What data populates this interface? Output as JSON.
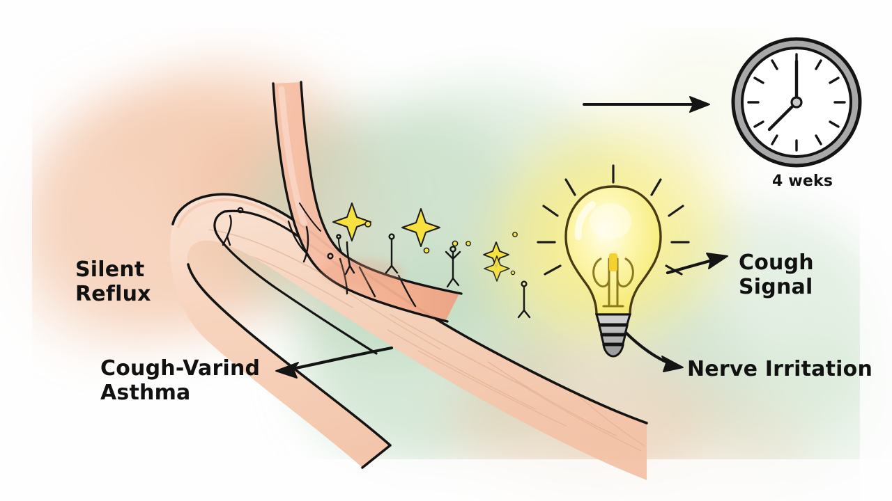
{
  "illustration": {
    "title": "Silent Reflux to Cough-Variant Asthma pathway sketch",
    "style": "hand-drawn watercolor whiteboard sketch",
    "background_color": "#fefefe"
  },
  "labels": {
    "silent_reflux": "Silent\nReflux",
    "cough_variant_asthma": "Cough-Varind\nAsthma",
    "cough_signal": "Cough\nSignal",
    "nerve_irritation": "Nerve Irritation",
    "duration": "4 weks"
  },
  "icons": {
    "clock": "clock-icon",
    "lightbulb": "lightbulb-icon",
    "sparkle": "sparkle-icon",
    "arrow_right": "arrow-right-icon",
    "arrow_left": "arrow-left-icon",
    "nerve_ending": "nerve-ending-icon",
    "airway_path": "airway-path-icon",
    "esophagus": "esophagus-icon"
  },
  "colors": {
    "ink": "#111111",
    "path_fill": "#f6cdb6",
    "path_fill_light": "#fbe2d4",
    "path_edge": "#ee9d7e",
    "wash_peach": "#f5c9ad",
    "wash_green": "#bcd8bd",
    "wash_yellow": "#f5ee9e",
    "bulb_glass": "#f8ee86",
    "bulb_glow": "#fdf6a8",
    "bulb_base": "#b8b8b8",
    "clock_rim": "#a8a8a8",
    "clock_face": "#ffffff",
    "sparkle": "#f6e13f"
  },
  "clock_reading": {
    "hour_hand_points_to": 8,
    "minute_hand_points_to": 12,
    "tick_count": 12
  },
  "annotations": [
    {
      "name": "clock-arrow",
      "from": "timeline",
      "to": "clock-icon",
      "direction": "right"
    },
    {
      "name": "bulb-to-cough-signal-arrow",
      "from": "lightbulb-icon",
      "to": "cough-signal-label",
      "direction": "right"
    },
    {
      "name": "path-to-nerve-irritation-arrow",
      "from": "airway-path",
      "to": "nerve-irritation-label",
      "direction": "right-down"
    },
    {
      "name": "path-to-asthma-arrow",
      "from": "airway-path",
      "to": "cough-variant-asthma-label",
      "direction": "left"
    }
  ]
}
